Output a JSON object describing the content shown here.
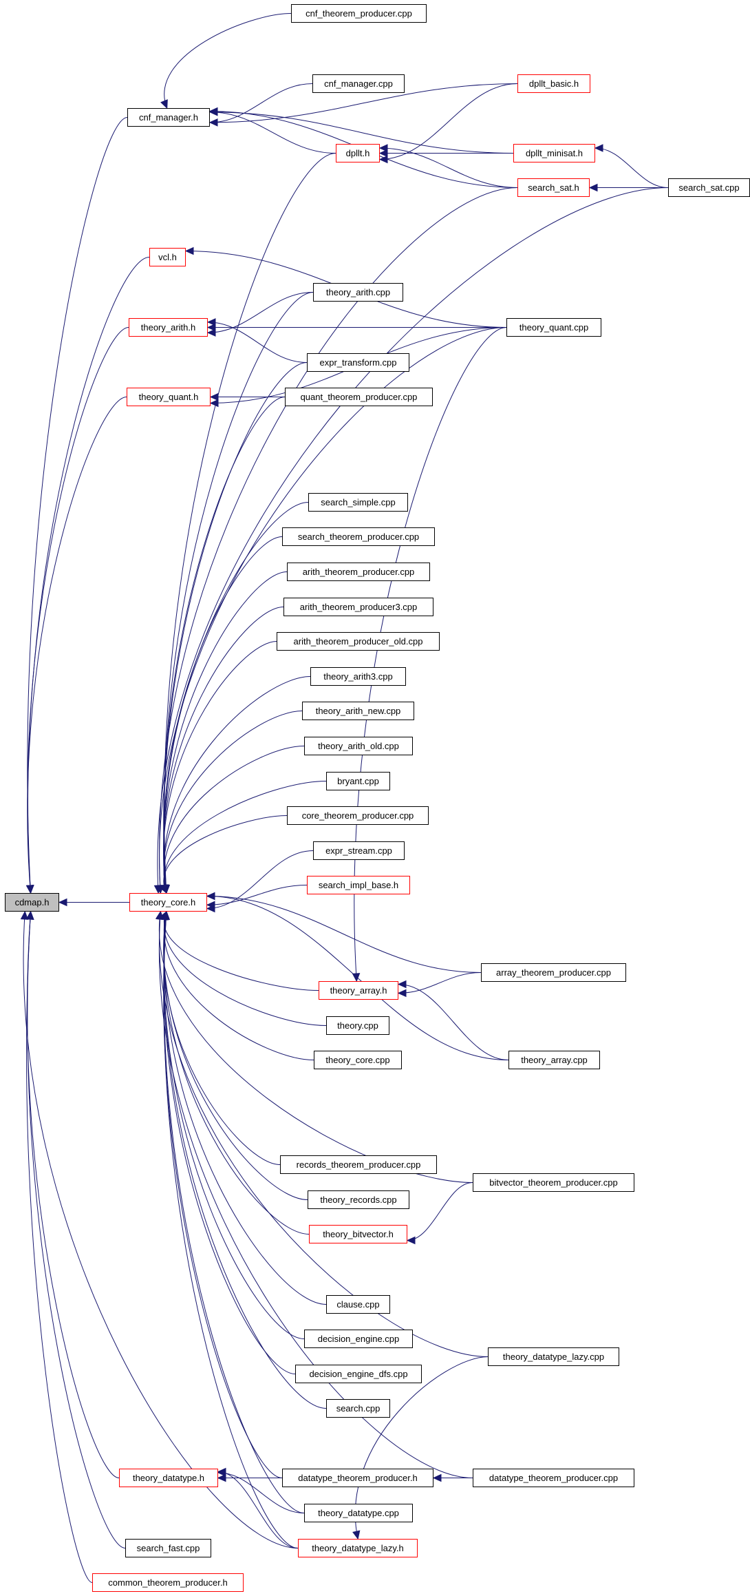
{
  "colors": {
    "edge": "#191970",
    "truncated_border": "#ff0000",
    "normal_border": "#000000",
    "current_fill": "#bfbfbf"
  },
  "nodes": [
    {
      "label": "cnf_theorem_producer.cpp",
      "style": "normal"
    },
    {
      "label": "cnf_manager.h",
      "style": "normal"
    },
    {
      "label": "cnf_manager.cpp",
      "style": "normal"
    },
    {
      "label": "dpllt_basic.h",
      "style": "red"
    },
    {
      "label": "dpllt.h",
      "style": "red"
    },
    {
      "label": "dpllt_minisat.h",
      "style": "red"
    },
    {
      "label": "search_sat.h",
      "style": "red"
    },
    {
      "label": "search_sat.cpp",
      "style": "normal"
    },
    {
      "label": "vcl.h",
      "style": "red"
    },
    {
      "label": "theory_arith.cpp",
      "style": "normal"
    },
    {
      "label": "theory_arith.h",
      "style": "red"
    },
    {
      "label": "theory_quant.cpp",
      "style": "normal"
    },
    {
      "label": "expr_transform.cpp",
      "style": "normal"
    },
    {
      "label": "theory_quant.h",
      "style": "red"
    },
    {
      "label": "quant_theorem_producer.cpp",
      "style": "normal"
    },
    {
      "label": "search_simple.cpp",
      "style": "normal"
    },
    {
      "label": "search_theorem_producer.cpp",
      "style": "normal"
    },
    {
      "label": "arith_theorem_producer.cpp",
      "style": "normal"
    },
    {
      "label": "arith_theorem_producer3.cpp",
      "style": "normal"
    },
    {
      "label": "arith_theorem_producer_old.cpp",
      "style": "normal"
    },
    {
      "label": "theory_arith3.cpp",
      "style": "normal"
    },
    {
      "label": "theory_arith_new.cpp",
      "style": "normal"
    },
    {
      "label": "theory_arith_old.cpp",
      "style": "normal"
    },
    {
      "label": "bryant.cpp",
      "style": "normal"
    },
    {
      "label": "core_theorem_producer.cpp",
      "style": "normal"
    },
    {
      "label": "expr_stream.cpp",
      "style": "normal"
    },
    {
      "label": "search_impl_base.h",
      "style": "red"
    },
    {
      "label": "cdmap.h",
      "style": "current"
    },
    {
      "label": "theory_core.h",
      "style": "red"
    },
    {
      "label": "array_theorem_producer.cpp",
      "style": "normal"
    },
    {
      "label": "theory_array.h",
      "style": "red"
    },
    {
      "label": "theory.cpp",
      "style": "normal"
    },
    {
      "label": "theory_core.cpp",
      "style": "normal"
    },
    {
      "label": "theory_array.cpp",
      "style": "normal"
    },
    {
      "label": "records_theorem_producer.cpp",
      "style": "normal"
    },
    {
      "label": "bitvector_theorem_producer.cpp",
      "style": "normal"
    },
    {
      "label": "theory_records.cpp",
      "style": "normal"
    },
    {
      "label": "theory_bitvector.h",
      "style": "red"
    },
    {
      "label": "clause.cpp",
      "style": "normal"
    },
    {
      "label": "decision_engine.cpp",
      "style": "normal"
    },
    {
      "label": "theory_datatype_lazy.cpp",
      "style": "normal"
    },
    {
      "label": "decision_engine_dfs.cpp",
      "style": "normal"
    },
    {
      "label": "search.cpp",
      "style": "normal"
    },
    {
      "label": "theory_datatype.h",
      "style": "red"
    },
    {
      "label": "datatype_theorem_producer.h",
      "style": "normal"
    },
    {
      "label": "datatype_theorem_producer.cpp",
      "style": "normal"
    },
    {
      "label": "theory_datatype.cpp",
      "style": "normal"
    },
    {
      "label": "search_fast.cpp",
      "style": "normal"
    },
    {
      "label": "theory_datatype_lazy.h",
      "style": "red"
    },
    {
      "label": "common_theorem_producer.h",
      "style": "red"
    }
  ],
  "edges": [
    [
      "cnf_manager.h",
      "cdmap.h"
    ],
    [
      "vcl.h",
      "cdmap.h"
    ],
    [
      "theory_arith.h",
      "cdmap.h"
    ],
    [
      "theory_quant.h",
      "cdmap.h"
    ],
    [
      "theory_core.h",
      "cdmap.h"
    ],
    [
      "theory_datatype.h",
      "cdmap.h"
    ],
    [
      "theory_datatype_lazy.h",
      "cdmap.h"
    ],
    [
      "search_fast.cpp",
      "cdmap.h"
    ],
    [
      "common_theorem_producer.h",
      "cdmap.h"
    ],
    [
      "cnf_theorem_producer.cpp",
      "cnf_manager.h"
    ],
    [
      "dpllt_basic.h",
      "cnf_manager.h"
    ],
    [
      "cnf_manager.cpp",
      "cnf_manager.h"
    ],
    [
      "dpllt_minisat.h",
      "cnf_manager.h"
    ],
    [
      "dpllt.h",
      "cnf_manager.h"
    ],
    [
      "search_sat.h",
      "cnf_manager.h"
    ],
    [
      "dpllt_basic.h",
      "dpllt.h"
    ],
    [
      "dpllt_minisat.h",
      "dpllt.h"
    ],
    [
      "search_sat.h",
      "dpllt.h"
    ],
    [
      "search_sat.cpp",
      "dpllt_minisat.h"
    ],
    [
      "search_sat.cpp",
      "search_sat.h"
    ],
    [
      "theory_quant.cpp",
      "vcl.h"
    ],
    [
      "theory_quant.cpp",
      "theory_arith.h"
    ],
    [
      "theory_arith.cpp",
      "theory_arith.h"
    ],
    [
      "expr_transform.cpp",
      "theory_arith.h"
    ],
    [
      "theory_quant.cpp",
      "theory_quant.h"
    ],
    [
      "quant_theorem_producer.cpp",
      "theory_quant.h"
    ],
    [
      "dpllt.h",
      "theory_core.h"
    ],
    [
      "theory_arith.cpp",
      "theory_core.h"
    ],
    [
      "expr_transform.cpp",
      "theory_core.h"
    ],
    [
      "quant_theorem_producer.cpp",
      "theory_core.h"
    ],
    [
      "theory_quant.cpp",
      "theory_core.h"
    ],
    [
      "search_sat.cpp",
      "theory_core.h"
    ],
    [
      "search_sat.h",
      "theory_core.h"
    ],
    [
      "search_simple.cpp",
      "theory_core.h"
    ],
    [
      "search_theorem_producer.cpp",
      "theory_core.h"
    ],
    [
      "arith_theorem_producer.cpp",
      "theory_core.h"
    ],
    [
      "arith_theorem_producer3.cpp",
      "theory_core.h"
    ],
    [
      "arith_theorem_producer_old.cpp",
      "theory_core.h"
    ],
    [
      "theory_arith3.cpp",
      "theory_core.h"
    ],
    [
      "theory_arith_new.cpp",
      "theory_core.h"
    ],
    [
      "theory_arith_old.cpp",
      "theory_core.h"
    ],
    [
      "bryant.cpp",
      "theory_core.h"
    ],
    [
      "core_theorem_producer.cpp",
      "theory_core.h"
    ],
    [
      "expr_stream.cpp",
      "theory_core.h"
    ],
    [
      "search_impl_base.h",
      "theory_core.h"
    ],
    [
      "array_theorem_producer.cpp",
      "theory_core.h"
    ],
    [
      "theory_array.h",
      "theory_core.h"
    ],
    [
      "theory.cpp",
      "theory_core.h"
    ],
    [
      "theory_core.cpp",
      "theory_core.h"
    ],
    [
      "theory_array.cpp",
      "theory_core.h"
    ],
    [
      "records_theorem_producer.cpp",
      "theory_core.h"
    ],
    [
      "bitvector_theorem_producer.cpp",
      "theory_core.h"
    ],
    [
      "theory_records.cpp",
      "theory_core.h"
    ],
    [
      "theory_bitvector.h",
      "theory_core.h"
    ],
    [
      "clause.cpp",
      "theory_core.h"
    ],
    [
      "decision_engine.cpp",
      "theory_core.h"
    ],
    [
      "theory_datatype_lazy.cpp",
      "theory_core.h"
    ],
    [
      "decision_engine_dfs.cpp",
      "theory_core.h"
    ],
    [
      "search.cpp",
      "theory_core.h"
    ],
    [
      "datatype_theorem_producer.cpp",
      "theory_core.h"
    ],
    [
      "datatype_theorem_producer.h",
      "theory_core.h"
    ],
    [
      "theory_datatype.cpp",
      "theory_core.h"
    ],
    [
      "theory_datatype_lazy.h",
      "theory_core.h"
    ],
    [
      "theory_quant.cpp",
      "theory_array.h"
    ],
    [
      "array_theorem_producer.cpp",
      "theory_array.h"
    ],
    [
      "theory_array.cpp",
      "theory_array.h"
    ],
    [
      "bitvector_theorem_producer.cpp",
      "theory_bitvector.h"
    ],
    [
      "datatype_theorem_producer.h",
      "theory_datatype.h"
    ],
    [
      "theory_datatype.cpp",
      "theory_datatype.h"
    ],
    [
      "theory_datatype_lazy.h",
      "theory_datatype.h"
    ],
    [
      "datatype_theorem_producer.cpp",
      "theory_datatype.h"
    ],
    [
      "datatype_theorem_producer.cpp",
      "datatype_theorem_producer.h"
    ],
    [
      "theory_datatype_lazy.cpp",
      "theory_datatype_lazy.h"
    ]
  ]
}
